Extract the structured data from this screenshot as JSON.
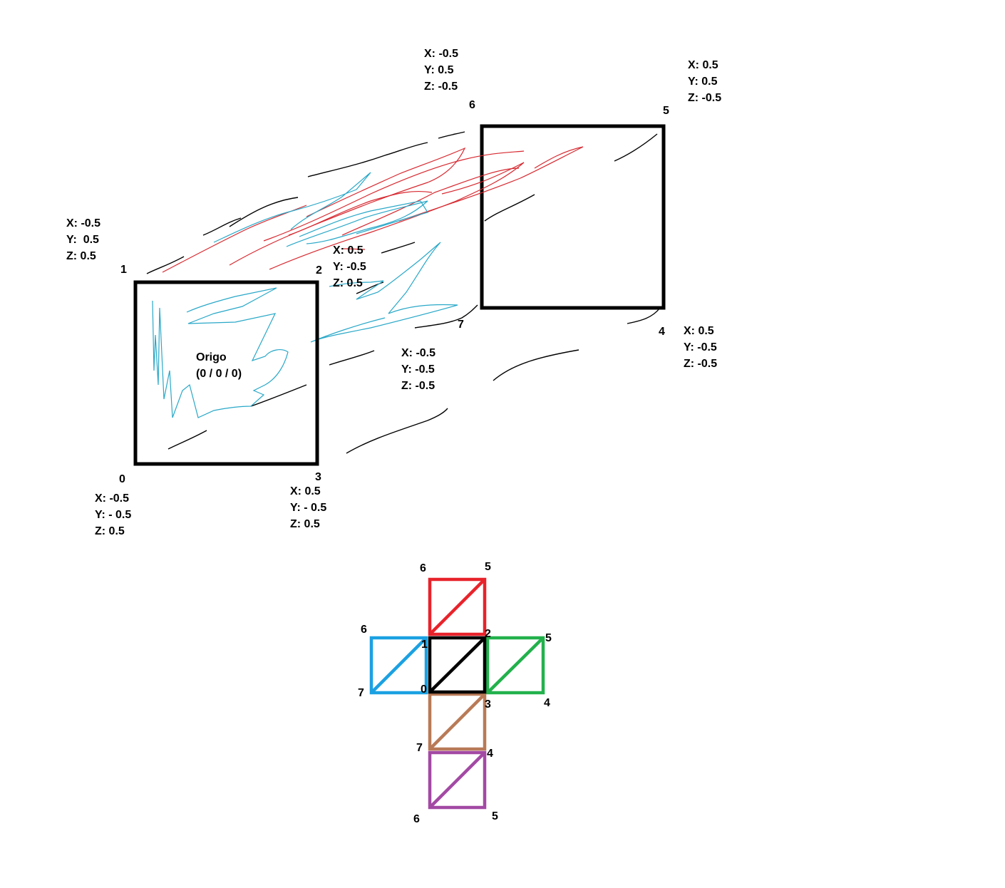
{
  "front_square": {
    "corner_labels": {
      "c0": "0",
      "c1": "1",
      "c2": "2",
      "c3": "3"
    },
    "origin_title": "Origo",
    "origin_coords": "(0 / 0 / 0)"
  },
  "back_square": {
    "corner_labels": {
      "c4": "4",
      "c5": "5",
      "c6": "6",
      "c7": "7"
    }
  },
  "vertex_coords": {
    "v0": [
      "X: -0.5",
      "Y: - 0.5",
      "Z: 0.5"
    ],
    "v1": [
      "X: -0.5",
      "Y:  0.5",
      "Z: 0.5"
    ],
    "v2": [
      "X: 0.5",
      "Y: -0.5",
      "Z: 0.5"
    ],
    "v3": [
      "X: 0.5",
      "Y: - 0.5",
      "Z: 0.5"
    ],
    "v4": [
      "X: 0.5",
      "Y: -0.5",
      "Z: -0.5"
    ],
    "v5": [
      "X: 0.5",
      "Y: 0.5",
      "Z: -0.5"
    ],
    "v6": [
      "X: -0.5",
      "Y: 0.5",
      "Z: -0.5"
    ],
    "v7": [
      "X: -0.5",
      "Y: -0.5",
      "Z: -0.5"
    ]
  },
  "net": {
    "colors": {
      "top": "#e8232b",
      "left": "#1ba1e2",
      "center": "#000000",
      "right": "#22b14c",
      "bottom": "#b97a57",
      "back": "#a349a4"
    },
    "labels": {
      "top_left": "6",
      "top_right": "5",
      "left_top": "6",
      "left_bottom": "7",
      "center_top_left": "1",
      "center_top_right": "2",
      "center_bottom_left": "0",
      "right_top": "5",
      "right_bottom": "4",
      "bottom_top_right": "3",
      "bottom_bottom_left": "7",
      "bottom_bottom_right": "4",
      "back_bottom_left": "6",
      "back_bottom_right": "5"
    }
  }
}
